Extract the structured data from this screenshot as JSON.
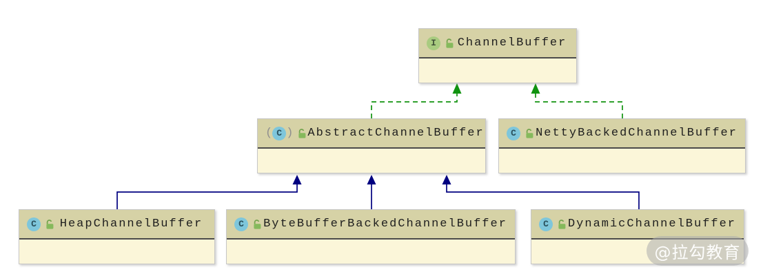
{
  "diagram": {
    "tool_style": "uml-class-diagram",
    "nodes": [
      {
        "id": "channelbuffer",
        "label": "ChannelBuffer",
        "kind": "interface",
        "badge": "I",
        "visibility": "public"
      },
      {
        "id": "abstractchannelbuffer",
        "label": "AbstractChannelBuffer",
        "kind": "abstract-class",
        "badge": "C",
        "visibility": "public"
      },
      {
        "id": "nettybacked",
        "label": "NettyBackedChannelBuffer",
        "kind": "class",
        "badge": "C",
        "visibility": "public"
      },
      {
        "id": "heap",
        "label": "HeapChannelBuffer",
        "kind": "class",
        "badge": "C",
        "visibility": "public"
      },
      {
        "id": "bytebufferbacked",
        "label": "ByteBufferBackedChannelBuffer",
        "kind": "class",
        "badge": "C",
        "visibility": "public"
      },
      {
        "id": "dynamic",
        "label": "DynamicChannelBuffer",
        "kind": "class",
        "badge": "C",
        "visibility": "public"
      }
    ],
    "edges": [
      {
        "from": "AbstractChannelBuffer",
        "to": "ChannelBuffer",
        "type": "implements",
        "style": "dashed",
        "color": "#10930f"
      },
      {
        "from": "NettyBackedChannelBuffer",
        "to": "ChannelBuffer",
        "type": "implements",
        "style": "dashed",
        "color": "#10930f"
      },
      {
        "from": "HeapChannelBuffer",
        "to": "AbstractChannelBuffer",
        "type": "extends",
        "style": "solid",
        "color": "#000080"
      },
      {
        "from": "ByteBufferBackedChannelBuffer",
        "to": "AbstractChannelBuffer",
        "type": "extends",
        "style": "solid",
        "color": "#000080"
      },
      {
        "from": "DynamicChannelBuffer",
        "to": "AbstractChannelBuffer",
        "type": "extends",
        "style": "solid",
        "color": "#000080"
      }
    ],
    "colors": {
      "node_header_bg": "#d6d2a6",
      "node_body_bg": "#fbf6d9",
      "node_border": "#c6c6c6",
      "header_separator": "#4a4a4a",
      "interface_icon_bg": "#a9cb80",
      "class_icon_bg": "#7ec6db",
      "lock_icon_green": "#85b95c",
      "implements_edge": "#10930f",
      "extends_edge": "#000080"
    }
  },
  "watermark": {
    "text": "@拉勾教育"
  }
}
